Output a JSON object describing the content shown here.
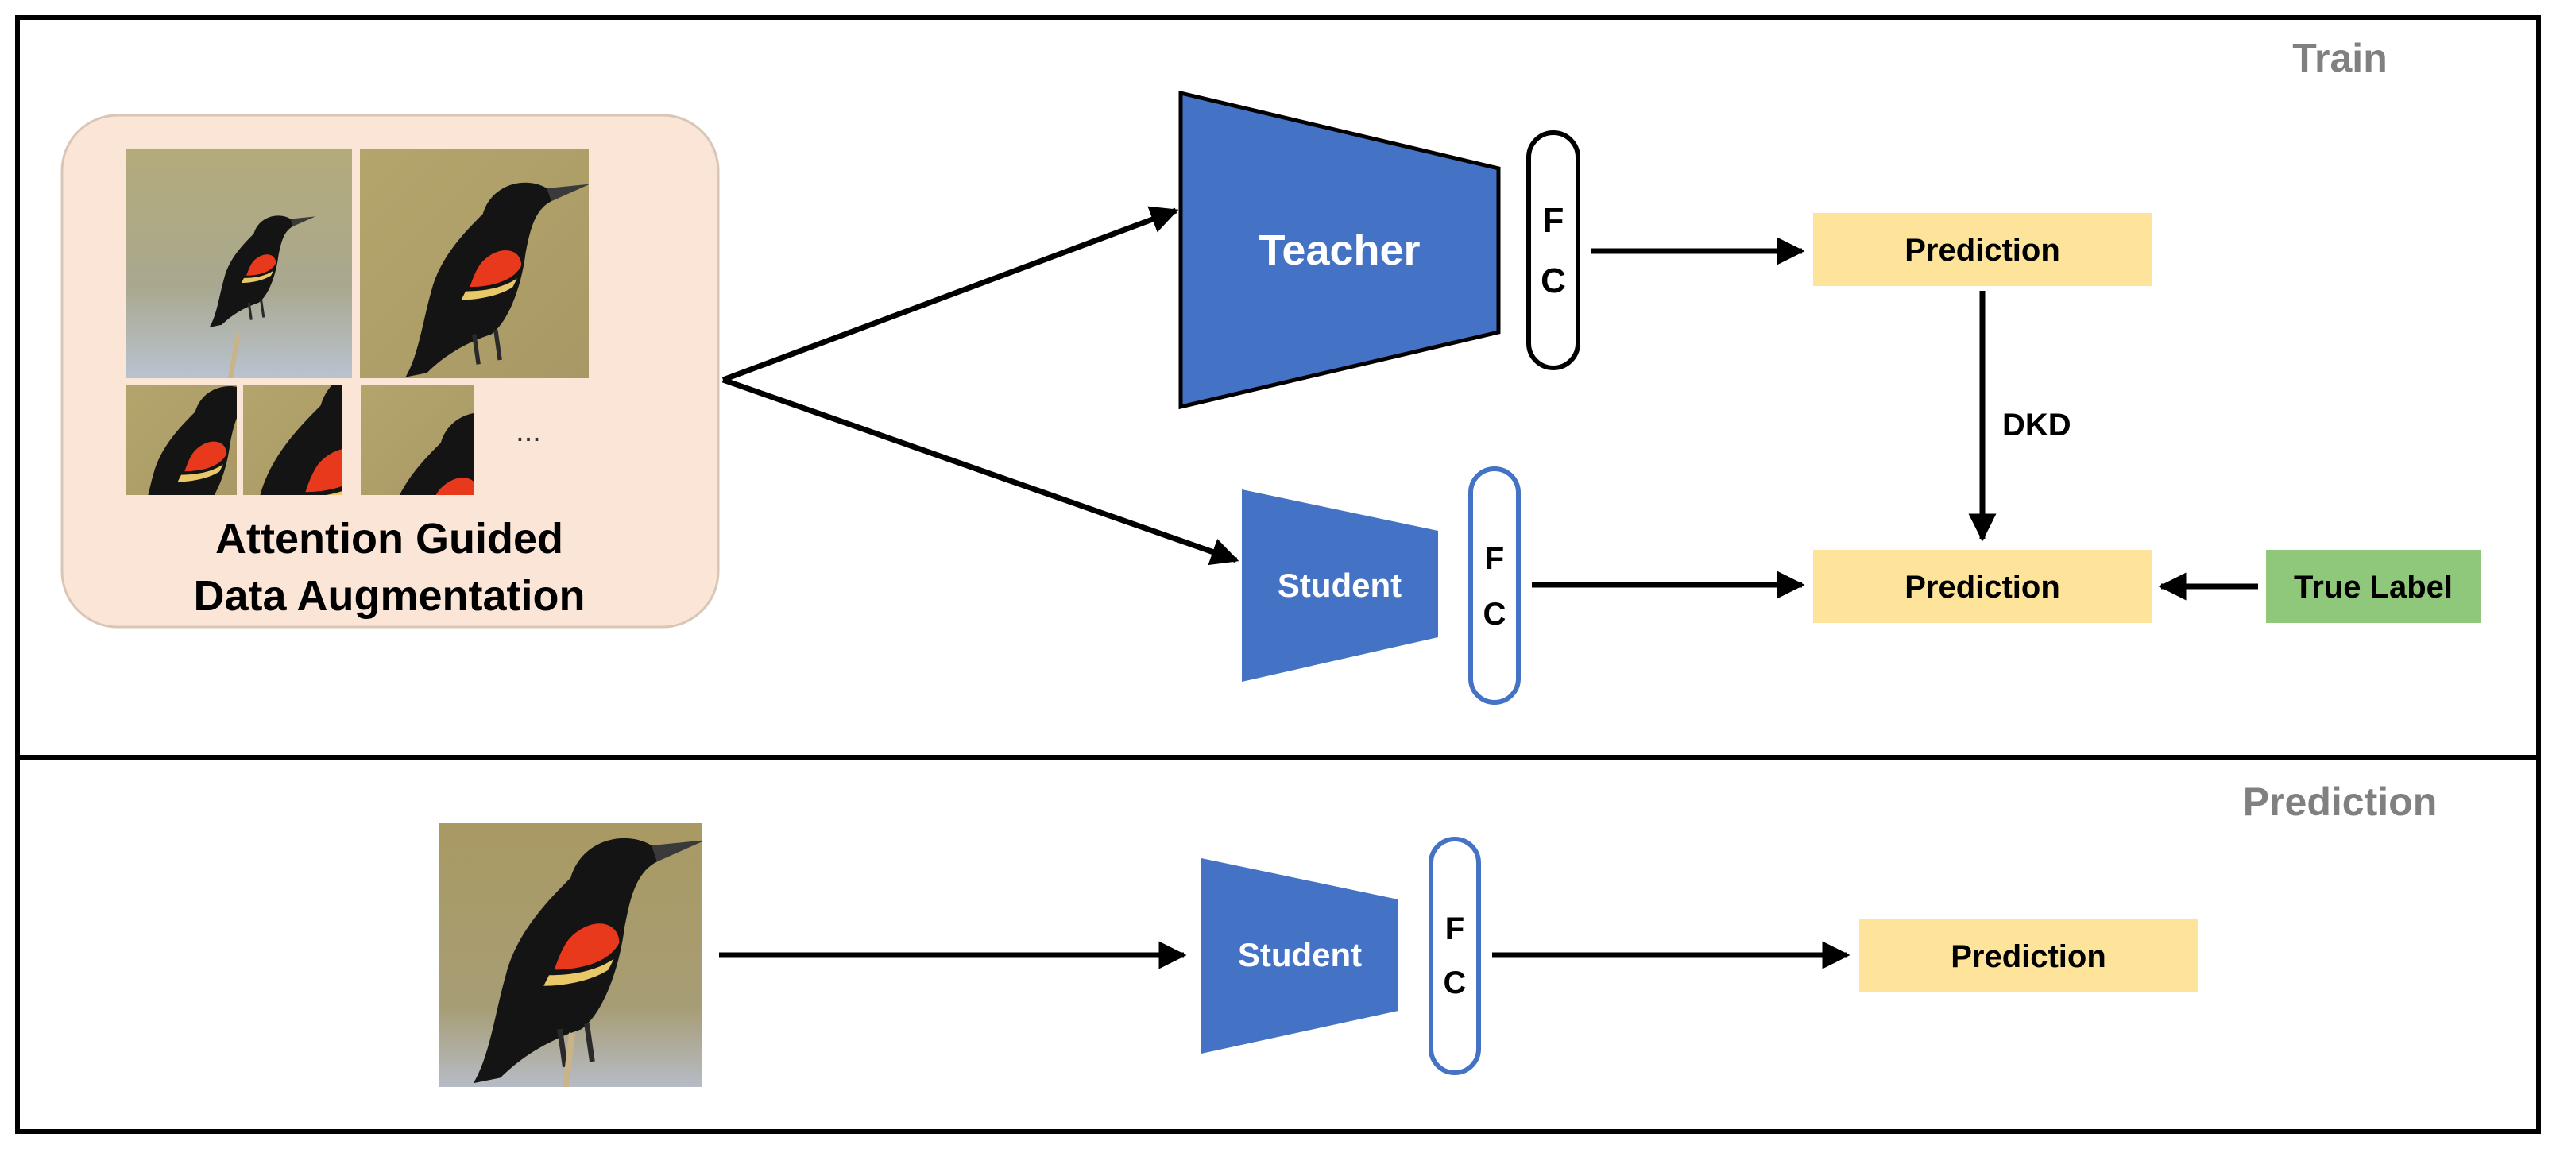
{
  "panels": {
    "train_label": "Train",
    "prediction_label": "Prediction"
  },
  "augmentation": {
    "title_line1": "Attention Guided",
    "title_line2": "Data Augmentation",
    "ellipsis": "..."
  },
  "teacher": {
    "label": "Teacher",
    "fc_line1": "F",
    "fc_line2": "C"
  },
  "student_train": {
    "label": "Student",
    "fc_line1": "F",
    "fc_line2": "C"
  },
  "student_pred": {
    "label": "Student",
    "fc_line1": "F",
    "fc_line2": "C"
  },
  "outputs": {
    "teacher_prediction": "Prediction",
    "student_prediction": "Prediction",
    "final_prediction": "Prediction",
    "true_label": "True Label"
  },
  "edges": {
    "dkd_label": "DKD"
  },
  "colors": {
    "network_blue": "#4472c4",
    "prediction_fill": "#fde49a",
    "true_label_fill": "#8fc87a",
    "augmentation_fill": "#fbe5d6",
    "panel_title_gray": "#808080",
    "border": "#000000"
  }
}
